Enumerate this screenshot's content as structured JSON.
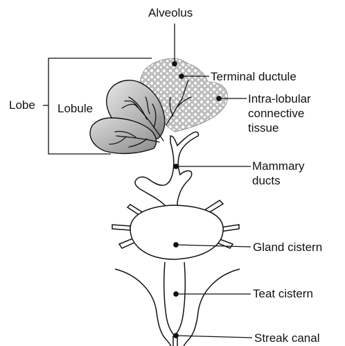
{
  "diagram": {
    "labels": {
      "alveolus": "Alveolus",
      "terminal_ductule": "Terminal ductule",
      "lobe": "Lobe",
      "lobule": "Lobule",
      "intralobular_line1": "Intra-lobular",
      "intralobular_line2": "connective",
      "intralobular_line3": "tissue",
      "mammary_ducts_line1": "Mammary",
      "mammary_ducts_line2": "ducts",
      "gland_cistern": "Gland cistern",
      "teat_cistern": "Teat cistern",
      "streak_canal": "Streak canal"
    },
    "colors": {
      "ink": "#111111",
      "lobule_shade": "#9a9a9a",
      "alveolus_shade": "#c8c8c8",
      "background": "#ffffff"
    }
  }
}
